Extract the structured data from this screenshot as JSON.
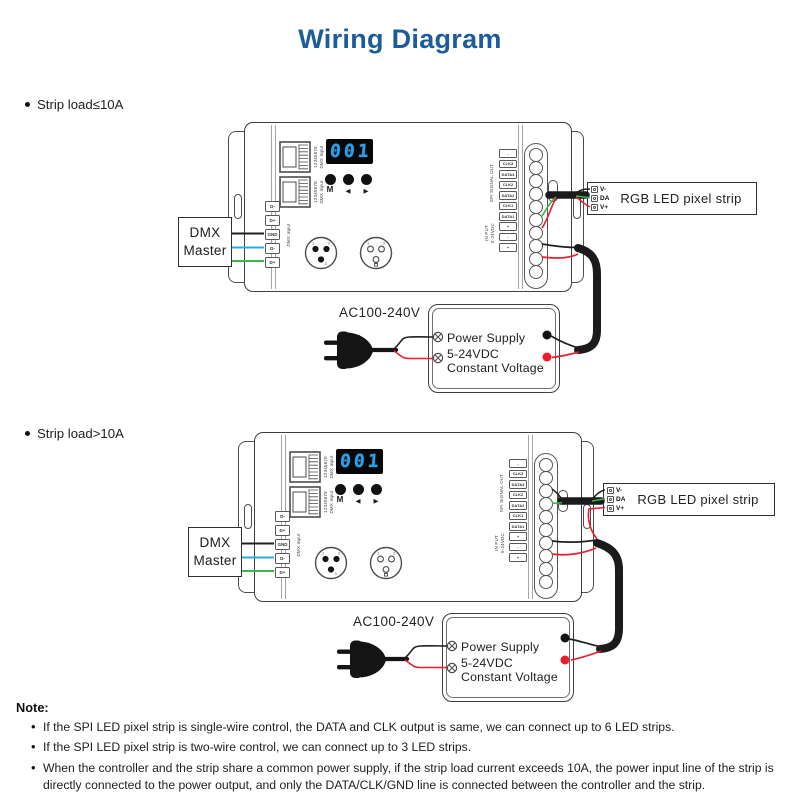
{
  "title": "Wiring Diagram",
  "colors": {
    "brand": "#1d5c9b",
    "display_blue": "#2b9fe8",
    "wire_black": "#231f20",
    "wire_blue": "#29abe2",
    "wire_green": "#3cb54a",
    "wire_red": "#e91d2c",
    "outline": "#4d4d4f"
  },
  "sections": [
    "Strip load≤10A",
    "Strip load>10A"
  ],
  "controller": {
    "display_value": "001",
    "buttons": {
      "menu": "M",
      "left": "◀",
      "right": "▶"
    },
    "rj45_pins": "12345678",
    "rj45_port_label": "DMX Input",
    "dmx_terminals": [
      "D-",
      "D+",
      "GND",
      "D-",
      "D+"
    ],
    "dmx_input_label": "DMX Input",
    "spi_out_label": "SPI SIGNAL OUT",
    "spi_terminals": [
      "-",
      "CLK3",
      "DATA3",
      "CLK2",
      "DATA2",
      "CLK1",
      "DATA1"
    ],
    "input_label": "IN PUT",
    "input_voltage": "5-24VDC",
    "input_terminals": [
      "+",
      "-",
      "+"
    ]
  },
  "dmx_master": {
    "line1": "DMX",
    "line2": "Master"
  },
  "strip": {
    "label": "RGB LED pixel strip",
    "terminals": [
      "V-",
      "DA",
      "V+"
    ]
  },
  "power_supply": {
    "ac_label": "AC100-240V",
    "line1": "Power Supply",
    "line2": "5-24VDC",
    "line3": "Constant Voltage"
  },
  "note": {
    "heading": "Note:",
    "bullets": [
      "If the SPI LED pixel strip is single-wire control, the DATA and CLK output is same, we can connect up to 6 LED strips.",
      "If the SPI LED pixel strip is two-wire control, we can connect up to 3 LED strips.",
      "When the controller and the strip share a common power supply, if the strip load current exceeds 10A, the power input line of the strip is directly connected to the power output, and only the DATA/CLK/GND line is connected between the controller and the strip."
    ]
  }
}
